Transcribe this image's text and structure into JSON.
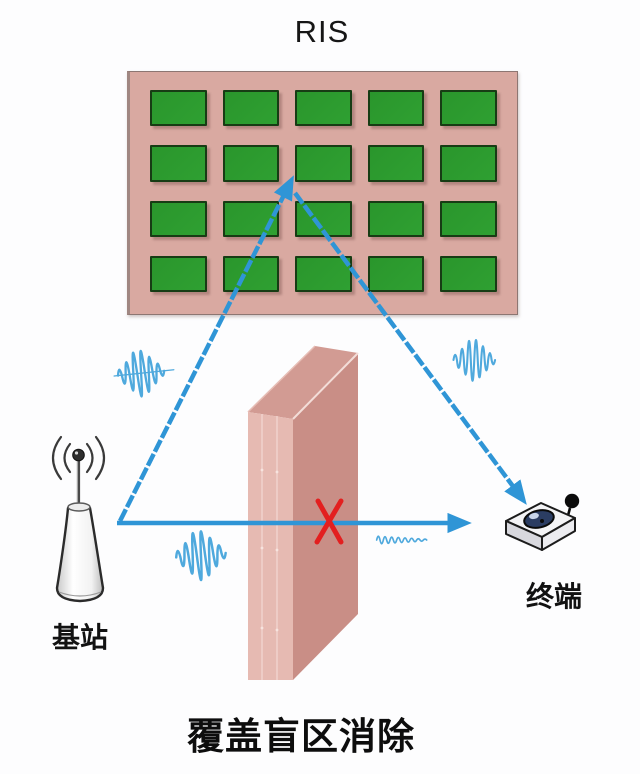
{
  "title": "RIS",
  "caption": "覆盖盲区消除",
  "base_station_label": "基站",
  "terminal_label": "终端",
  "ris_panel": {
    "rows": 4,
    "cols": 5
  },
  "colors": {
    "arrow_blue": "#2f95d6",
    "wave_blue": "#4fa9dd",
    "panel_pink": "#d9a9a1",
    "cell_green": "#2fa032",
    "wall_front": "#e6bab2",
    "wall_side": "#c98e86",
    "wall_top": "#d29b93",
    "blocked_red": "#e31f1f"
  },
  "icons": {
    "base_station": "antenna-tower-icon",
    "terminal": "terminal-device-icon",
    "signal": "signal-wave-icon",
    "blocked": "blocked-x-icon"
  }
}
